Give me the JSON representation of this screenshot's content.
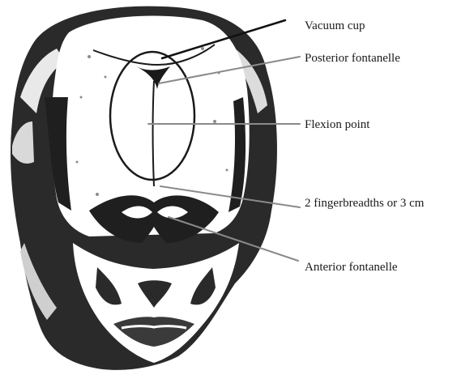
{
  "labels": {
    "vacuum_cup": "Vacuum cup",
    "posterior_fontanelle": "Posterior fontanelle",
    "flexion_point": "Flexion point",
    "fingerbreadths": "2 fingerbreadths or 3 cm",
    "anterior_fontanelle": "Anterior fontanelle"
  },
  "colors": {
    "ink": "#1a1a1a",
    "shadow": "#262626",
    "paper": "#ffffff",
    "leader": "#8a8a8a"
  }
}
